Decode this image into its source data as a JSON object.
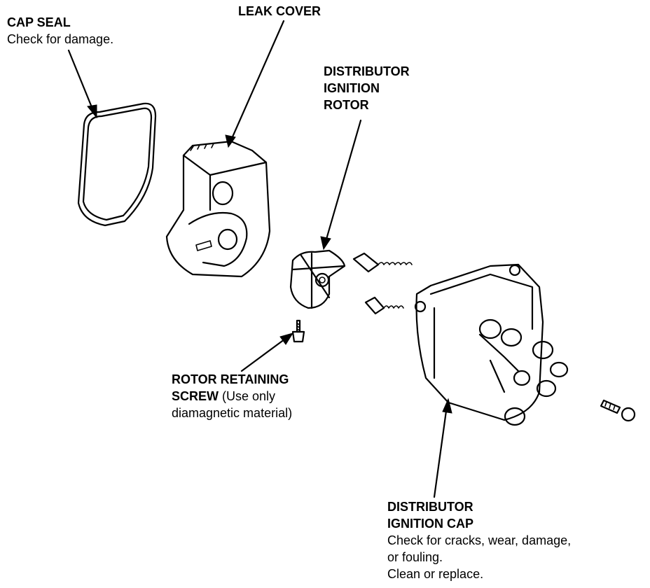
{
  "labels": {
    "cap_seal": {
      "title": "CAP SEAL",
      "desc": "Check for damage."
    },
    "leak_cover": {
      "title": "LEAK COVER"
    },
    "rotor": {
      "line1": "DISTRIBUTOR",
      "line2": "IGNITION",
      "line3": "ROTOR"
    },
    "screw": {
      "line1": "ROTOR RETAINING",
      "line2_bold": "SCREW",
      "line2_rest": " (Use only",
      "line3": "diamagnetic material)"
    },
    "cap": {
      "line1": "DISTRIBUTOR",
      "line2": "IGNITION CAP",
      "desc1": "Check for cracks, wear, damage,",
      "desc2": "or fouling.",
      "desc3": "Clean or replace."
    }
  }
}
